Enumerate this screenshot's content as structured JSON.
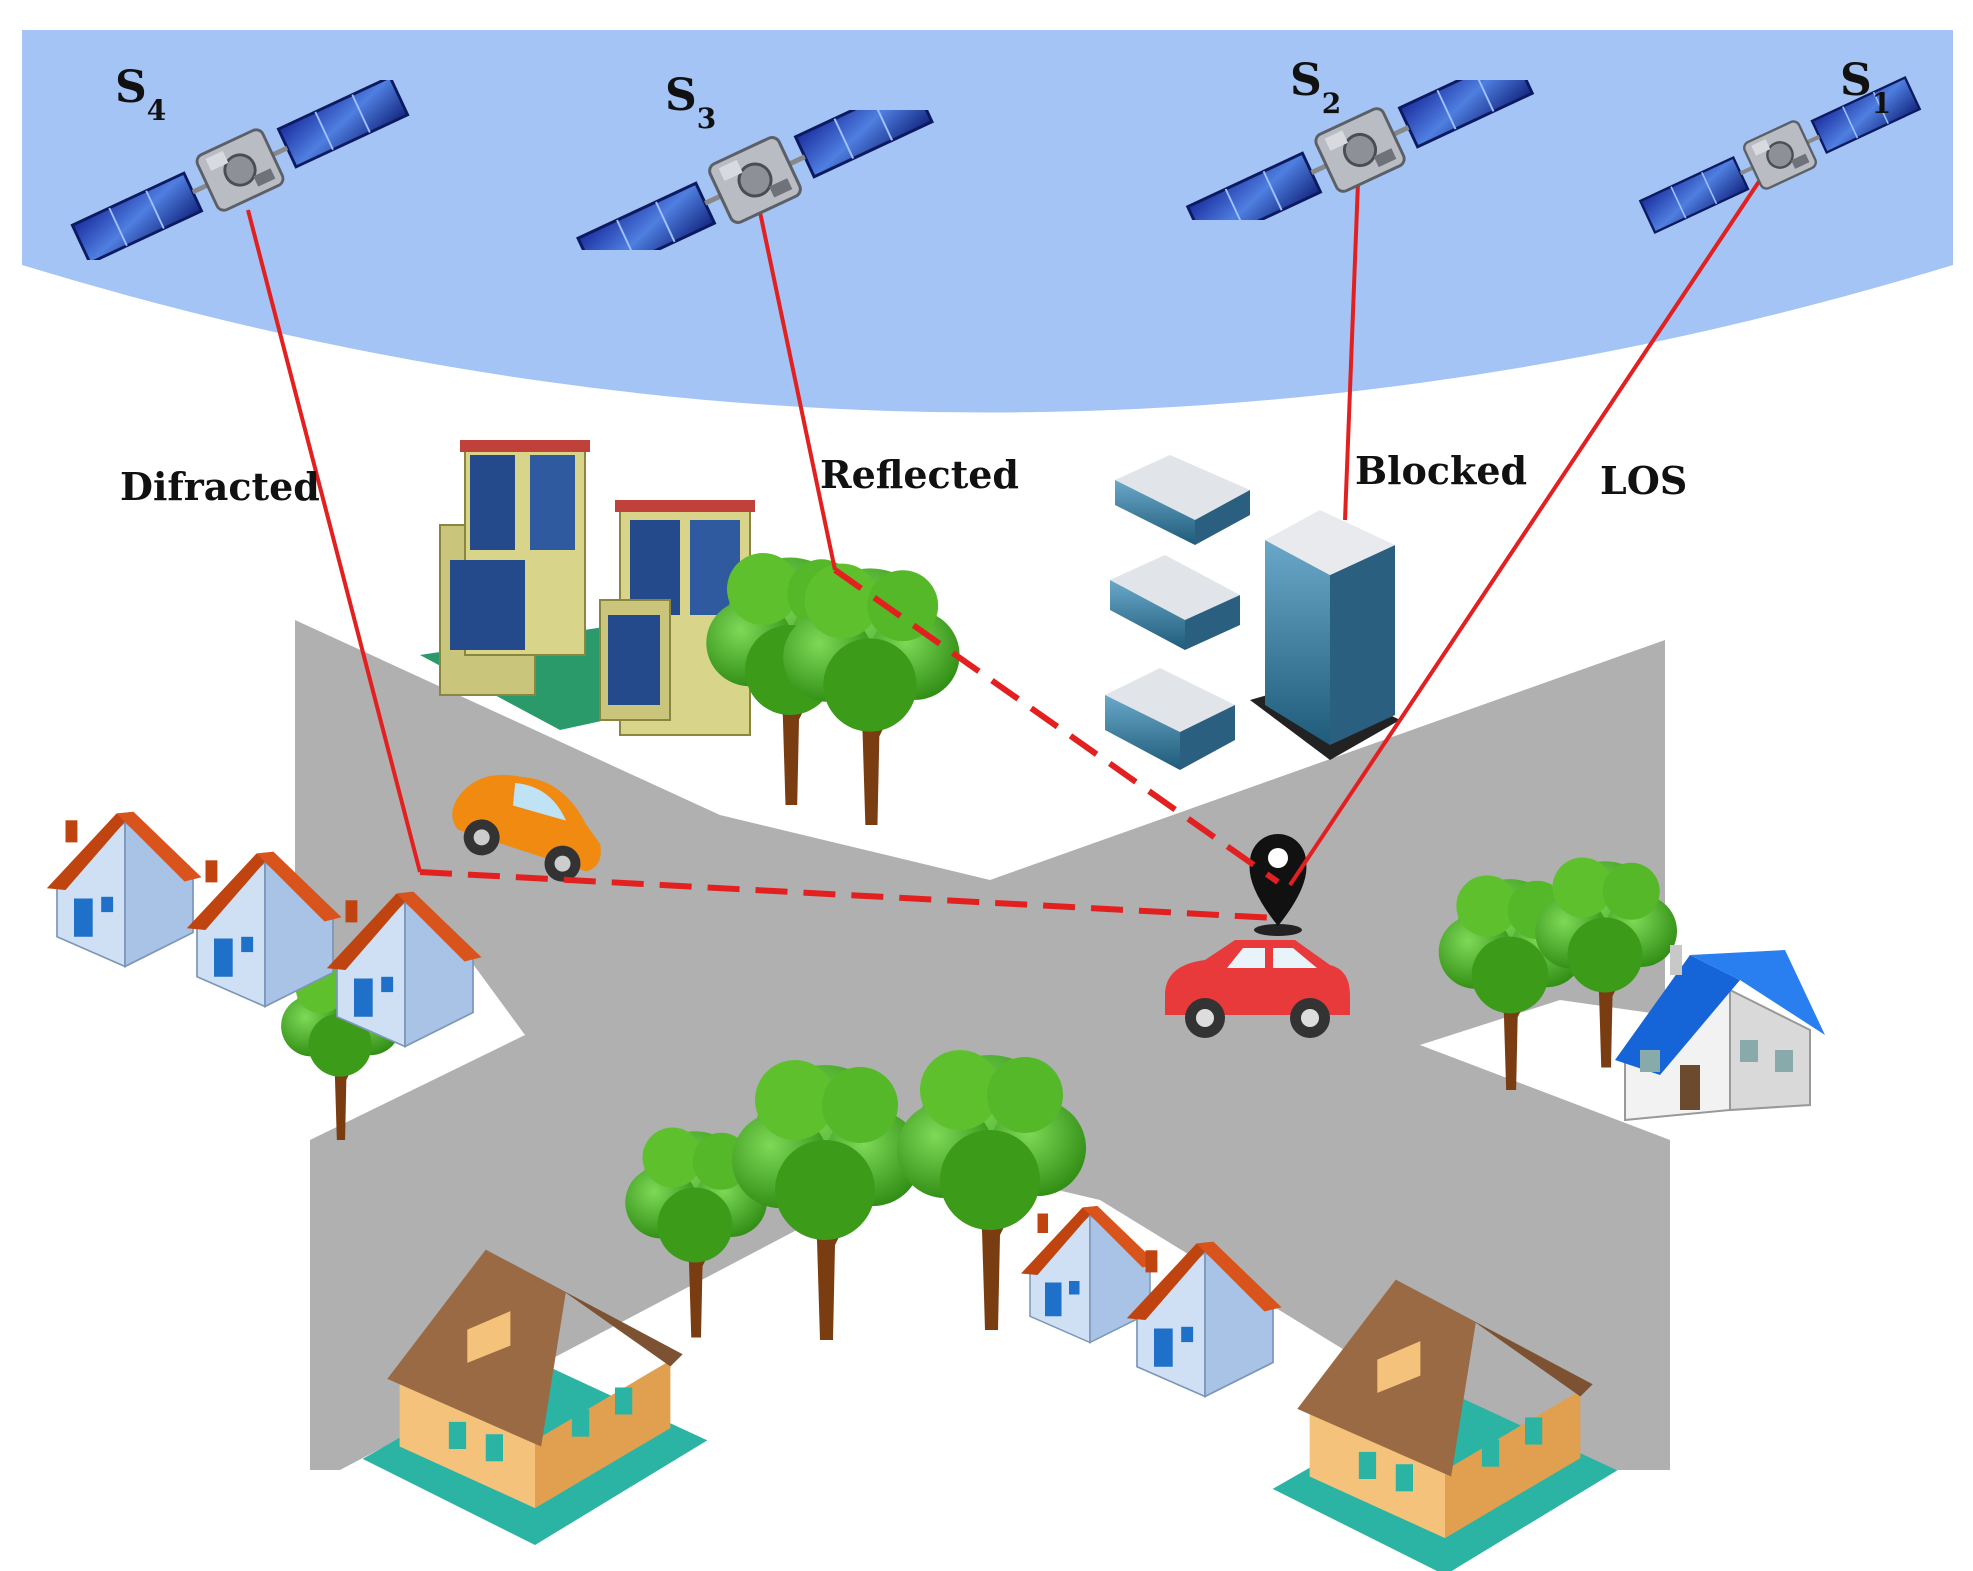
{
  "satellites": [
    {
      "name": "S",
      "sub": "4"
    },
    {
      "name": "S",
      "sub": "3"
    },
    {
      "name": "S",
      "sub": "2"
    },
    {
      "name": "S",
      "sub": "1"
    }
  ],
  "paths": {
    "diffracted": "Difracted",
    "reflected": "Reflected",
    "blocked": "Blocked",
    "los": "LOS"
  },
  "colors": {
    "sky": "#a3c4f5",
    "road": "#b0b0b0",
    "signal": "#e32020",
    "tree": "#4caf1f",
    "roof_red": "#c0440f",
    "house_wall": "#cfe0f5"
  }
}
